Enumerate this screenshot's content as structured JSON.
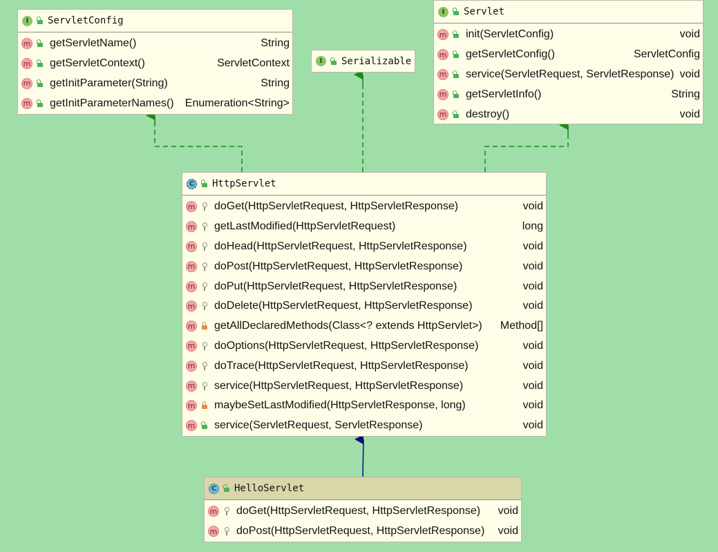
{
  "nodes": {
    "servlet_config": {
      "name": "ServletConfig",
      "kind": "I",
      "methods": [
        {
          "sig": "getServletName()",
          "ret": "String"
        },
        {
          "sig": "getServletContext()",
          "ret": "ServletContext"
        },
        {
          "sig": "getInitParameter(String)",
          "ret": "String"
        },
        {
          "sig": "getInitParameterNames()",
          "ret": "Enumeration<String>"
        }
      ]
    },
    "serializable": {
      "name": "Serializable",
      "kind": "I"
    },
    "servlet": {
      "name": "Servlet",
      "kind": "I",
      "methods": [
        {
          "sig": "init(ServletConfig)",
          "ret": "void"
        },
        {
          "sig": "getServletConfig()",
          "ret": "ServletConfig"
        },
        {
          "sig": "service(ServletRequest, ServletResponse)",
          "ret": "void"
        },
        {
          "sig": "getServletInfo()",
          "ret": "String"
        },
        {
          "sig": "destroy()",
          "ret": "void"
        }
      ]
    },
    "http_servlet": {
      "name": "HttpServlet",
      "kind": "C",
      "methods": [
        {
          "sig": "doGet(HttpServletRequest, HttpServletResponse)",
          "ret": "void",
          "vis": "protected"
        },
        {
          "sig": "getLastModified(HttpServletRequest)",
          "ret": "long",
          "vis": "protected"
        },
        {
          "sig": "doHead(HttpServletRequest, HttpServletResponse)",
          "ret": "void",
          "vis": "protected"
        },
        {
          "sig": "doPost(HttpServletRequest, HttpServletResponse)",
          "ret": "void",
          "vis": "protected"
        },
        {
          "sig": "doPut(HttpServletRequest, HttpServletResponse)",
          "ret": "void",
          "vis": "protected"
        },
        {
          "sig": "doDelete(HttpServletRequest, HttpServletResponse)",
          "ret": "void",
          "vis": "protected"
        },
        {
          "sig": "getAllDeclaredMethods(Class<? extends HttpServlet>)",
          "ret": "Method[]",
          "vis": "private"
        },
        {
          "sig": "doOptions(HttpServletRequest, HttpServletResponse)",
          "ret": "void",
          "vis": "protected"
        },
        {
          "sig": "doTrace(HttpServletRequest, HttpServletResponse)",
          "ret": "void",
          "vis": "protected"
        },
        {
          "sig": "service(HttpServletRequest, HttpServletResponse)",
          "ret": "void",
          "vis": "protected"
        },
        {
          "sig": "maybeSetLastModified(HttpServletResponse, long)",
          "ret": "void",
          "vis": "private"
        },
        {
          "sig": "service(ServletRequest, ServletResponse)",
          "ret": "void",
          "vis": "public"
        }
      ]
    },
    "hello_servlet": {
      "name": "HelloServlet",
      "kind": "C",
      "methods": [
        {
          "sig": "doGet(HttpServletRequest, HttpServletResponse)",
          "ret": "void",
          "vis": "protected"
        },
        {
          "sig": "doPost(HttpServletRequest, HttpServletResponse)",
          "ret": "void",
          "vis": "protected"
        }
      ]
    }
  },
  "method_badge": "m",
  "colors": {
    "background": "#9fdea8",
    "implements_edge": "#1a8a1a",
    "extends_edge": "#0a0a80",
    "node_fill": "#fefee8",
    "selected_header": "#d9d6a9"
  }
}
